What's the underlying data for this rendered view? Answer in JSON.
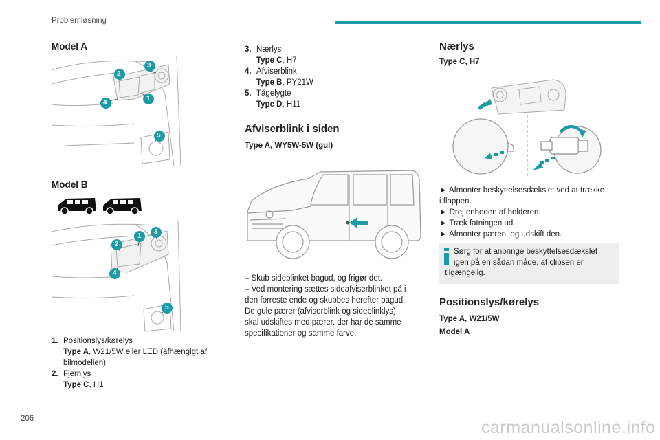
{
  "header": {
    "section_title": "Problemløsning",
    "accent_color": "#1b9aa8"
  },
  "page_number": "206",
  "callout_color": "#1b9aa8",
  "watermark": "carmanualsonline.info",
  "col1": {
    "model_a_heading": "Model A",
    "model_b_heading": "Model B",
    "callouts": [
      "1",
      "2",
      "3",
      "4",
      "5"
    ],
    "list": [
      {
        "num": "1.",
        "name": "Positionslys/kørelys",
        "type_label": "Type A",
        "spec": ", W21/5W eller LED (afhængigt af bilmodellen)"
      },
      {
        "num": "2.",
        "name": "Fjernlys",
        "type_label": "Type C",
        "spec": ", H1"
      }
    ]
  },
  "col2": {
    "list": [
      {
        "num": "3.",
        "name": "Nærlys",
        "type_label": "Type C",
        "spec": ", H7"
      },
      {
        "num": "4.",
        "name": "Afviserblink",
        "type_label": "Type B",
        "spec": ", PY21W"
      },
      {
        "num": "5.",
        "name": "Tågelygte",
        "type_label": "Type D",
        "spec": ", H11"
      }
    ],
    "side_heading": "Afviserblink i siden",
    "side_type": "Type A, WY5W-5W (gul)",
    "body_lines": [
      "–  Skub sideblinket bagud, og frigør det.",
      "–  Ved montering sættes sideafviserblinket på i",
      "den forreste ende og skubbes herefter bagud.",
      "De gule pærer (afviserblink og sideblinklys)",
      "skal udskiftes med pærer, der har de samme",
      "specifikationer og samme farve."
    ]
  },
  "col3": {
    "naerlys_heading": "Nærlys",
    "naerlys_type": "Type C, H7",
    "steps": [
      "►  Afmonter beskyttelsesdækslet ved at trække",
      "i flappen.",
      "►  Drej enheden af holderen.",
      "►  Træk fatningen ud.",
      "►  Afmonter pæren, og udskift den."
    ],
    "info_line1": "Sørg for at anbringe beskyttelsesdækslet",
    "info_line2": "igen på en sådan måde, at clipsen er",
    "info_line3": "tilgængelig.",
    "pos_heading": "Positionslys/kørelys",
    "pos_type": "Type A, W21/5W",
    "pos_model": "Model A"
  }
}
